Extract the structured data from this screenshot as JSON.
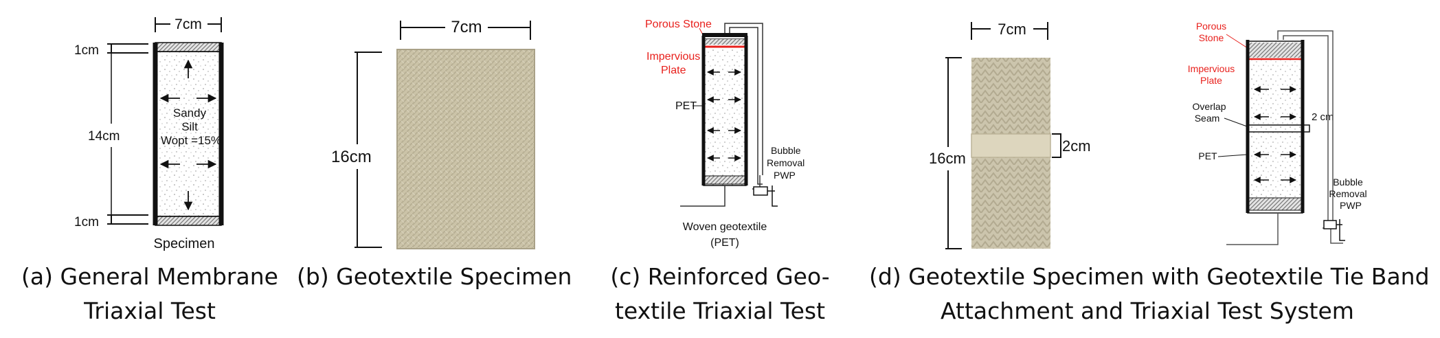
{
  "panel_a": {
    "dim_width": "7cm",
    "dim_top": "1cm",
    "dim_middle": "14cm",
    "dim_bottom": "1cm",
    "material_line1": "Sandy",
    "material_line2": "Silt",
    "material_line3": "Wopt =15%",
    "label": "Specimen",
    "caption_line1": "(a) General Membrane",
    "caption_line2": "Triaxial Test"
  },
  "panel_b": {
    "dim_width": "7cm",
    "dim_height": "16cm",
    "caption_line1": "(b) Geotextile Specimen"
  },
  "panel_c": {
    "porous_stone": "Porous Stone",
    "impervious_line1": "Impervious",
    "impervious_line2": "Plate",
    "pet": "PET",
    "bubble_line1": "Bubble",
    "bubble_line2": "Removal",
    "bubble_line3": "PWP",
    "woven_line1": "Woven geotextile",
    "woven_line2": "(PET)",
    "caption_line1": "(c) Reinforced Geo-",
    "caption_line2": "textile Triaxial Test"
  },
  "panel_d": {
    "dim_width": "7cm",
    "dim_height": "16cm",
    "dim_band": "2cm",
    "caption_line1": "(d) Geotextile Specimen with Geotextile Tie Band",
    "caption_line2": "Attachment and Triaxial Test System"
  },
  "panel_e": {
    "porous_line1": "Porous",
    "porous_line2": "Stone",
    "impervious_line1": "Impervious",
    "impervious_line2": "Plate",
    "overlap_line1": "Overlap",
    "overlap_line2": "Seam",
    "dim_seam": "2 cm",
    "pet": "PET",
    "bubble_line1": "Bubble",
    "bubble_line2": "Removal",
    "bubble_line3": "PWP"
  },
  "colors": {
    "label_red": "#e8201c",
    "fabric": "#cbc3a8",
    "fabric_dark": "#b3aa8e",
    "frame": "#1a1a1a",
    "text": "#111111"
  }
}
